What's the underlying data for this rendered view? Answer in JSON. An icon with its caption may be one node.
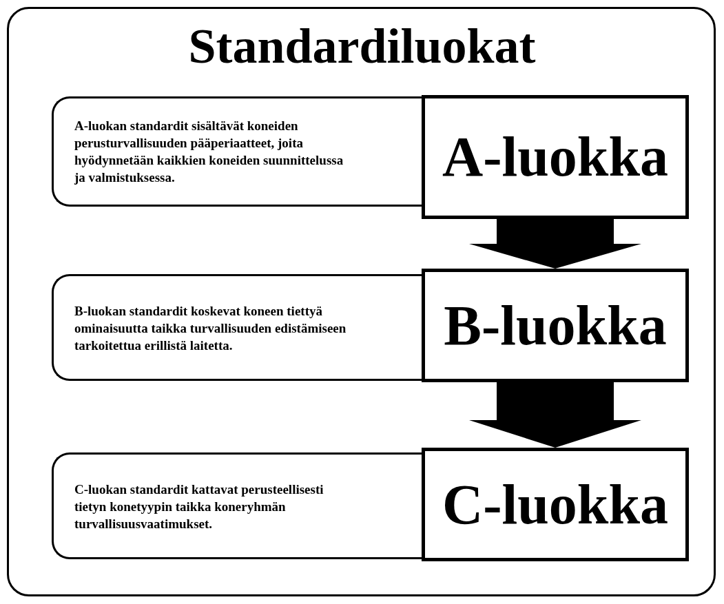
{
  "diagram": {
    "title": "Standardiluokat",
    "nodes": [
      {
        "text": [
          "A-luokan standardit sisältävät koneiden perusturvallisuuden pääperiaatteet, joita hyödynnetään kaikkien koneiden suunnittelussa ja valmistuksessa."
        ]
      },
      {
        "text": [
          "A-luokka"
        ]
      },
      {
        "text": [
          "B-luokan standardit koskevat koneen tiettyä ominaisuutta taikka turvallisuuden edistämiseen tarkoitettua erillistä laitetta."
        ]
      },
      {
        "text": [
          "B-luokka"
        ]
      },
      {
        "text": [
          "C-luokan standardit kattavat perusteellisesti tietyn konetyypin taikka koneryhmän turvallisuusvaatimukset."
        ]
      },
      {
        "text": [
          "C-luokka"
        ]
      }
    ],
    "edges": [
      {
        "from": 1,
        "to": 3,
        "arrow": "to"
      },
      {
        "from": 3,
        "to": 5,
        "arrow": "to"
      }
    ]
  }
}
